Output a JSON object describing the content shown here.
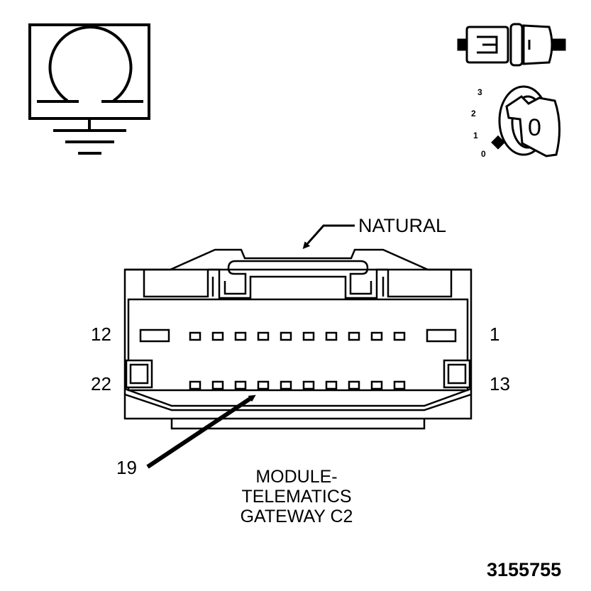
{
  "ground_symbol": {
    "icon": "ohm-ground-icon"
  },
  "connector_icon": {
    "icon": "connector-icon"
  },
  "ignition": {
    "icon": "ignition-key-icon",
    "key_label": "0",
    "positions": [
      "3",
      "2",
      "1",
      "0"
    ]
  },
  "connector": {
    "color_label": "NATURAL",
    "pin_labels": {
      "top_left": "12",
      "top_right": "1",
      "bottom_left": "22",
      "bottom_right": "13",
      "callout": "19"
    },
    "name_lines": [
      "MODULE-",
      "TELEMATICS",
      "GATEWAY C2"
    ]
  },
  "figure_id": "3155755"
}
